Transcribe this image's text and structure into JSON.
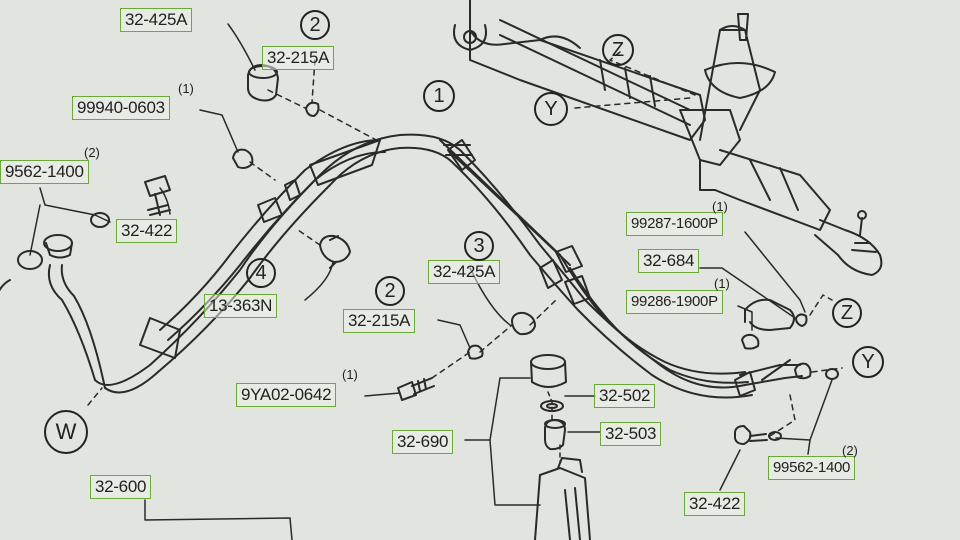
{
  "part_labels": {
    "p32_425a_top": "32-425A",
    "p32_215a_top": "32-215A",
    "p99940_0603": "99940-0603",
    "p9562_1400": "9562-1400",
    "p32_422_left": "32-422",
    "p13_363n": "13-363N",
    "p32_425a_mid": "32-425A",
    "p32_215a_mid": "32-215A",
    "p9ya02_0642": "9YA02-0642",
    "p32_690": "32-690",
    "p32_502": "32-502",
    "p32_503": "32-503",
    "p32_600": "32-600",
    "p99287_1600p": "99287-1600P",
    "p32_684": "32-684",
    "p99286_1900p": "99286-1900P",
    "p32_422_right": "32-422",
    "p99562_1400": "99562-1400"
  },
  "quantities": {
    "q99940": "(1)",
    "q9562": "(2)",
    "q9ya02": "(1)",
    "q99287": "(1)",
    "q99286": "(1)",
    "q99562": "(2)"
  },
  "callouts": {
    "c1": "1",
    "c2_top": "2",
    "c2_mid": "2",
    "c3": "3",
    "c4": "4",
    "z_top": "Z",
    "y_top": "Y",
    "z_right": "Z",
    "y_right": "Y",
    "w": "W"
  }
}
